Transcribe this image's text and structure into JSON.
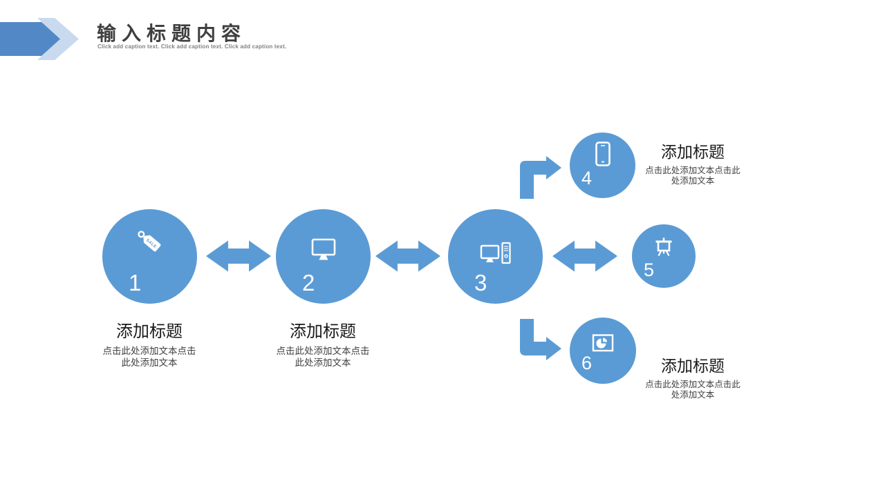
{
  "slide": {
    "title": "输入标题内容",
    "caption": "Click add caption text. Click add caption text. Click add caption text."
  },
  "colors": {
    "primary": "#5B9BD5",
    "header_chevron_dark": "#5288C6",
    "header_chevron_light": "#C9DAEF",
    "title_text": "#3F3F3F",
    "caption_text": "#808080",
    "heading_text": "#1A1A1A",
    "body_text": "#3F3F3F"
  },
  "icons": {
    "sale_tag_label": "SALE"
  },
  "nodes": [
    {
      "number": "1",
      "icon": "sale-tag-icon",
      "title": "添加标题",
      "caption": "点击此处添加文本点击此处添加文本"
    },
    {
      "number": "2",
      "icon": "monitor-icon",
      "title": "添加标题",
      "caption": "点击此处添加文本点击此处添加文本"
    },
    {
      "number": "3",
      "icon": "desktop-computer-icon"
    },
    {
      "number": "4",
      "icon": "smartphone-icon",
      "title": "添加标题",
      "caption": "点击此处添加文本点击此处添加文本"
    },
    {
      "number": "5",
      "icon": "projection-screen-icon"
    },
    {
      "number": "6",
      "icon": "pie-chart-frame-icon",
      "title": "添加标题",
      "caption": "点击此处添加文本点击此处添加文本"
    }
  ]
}
